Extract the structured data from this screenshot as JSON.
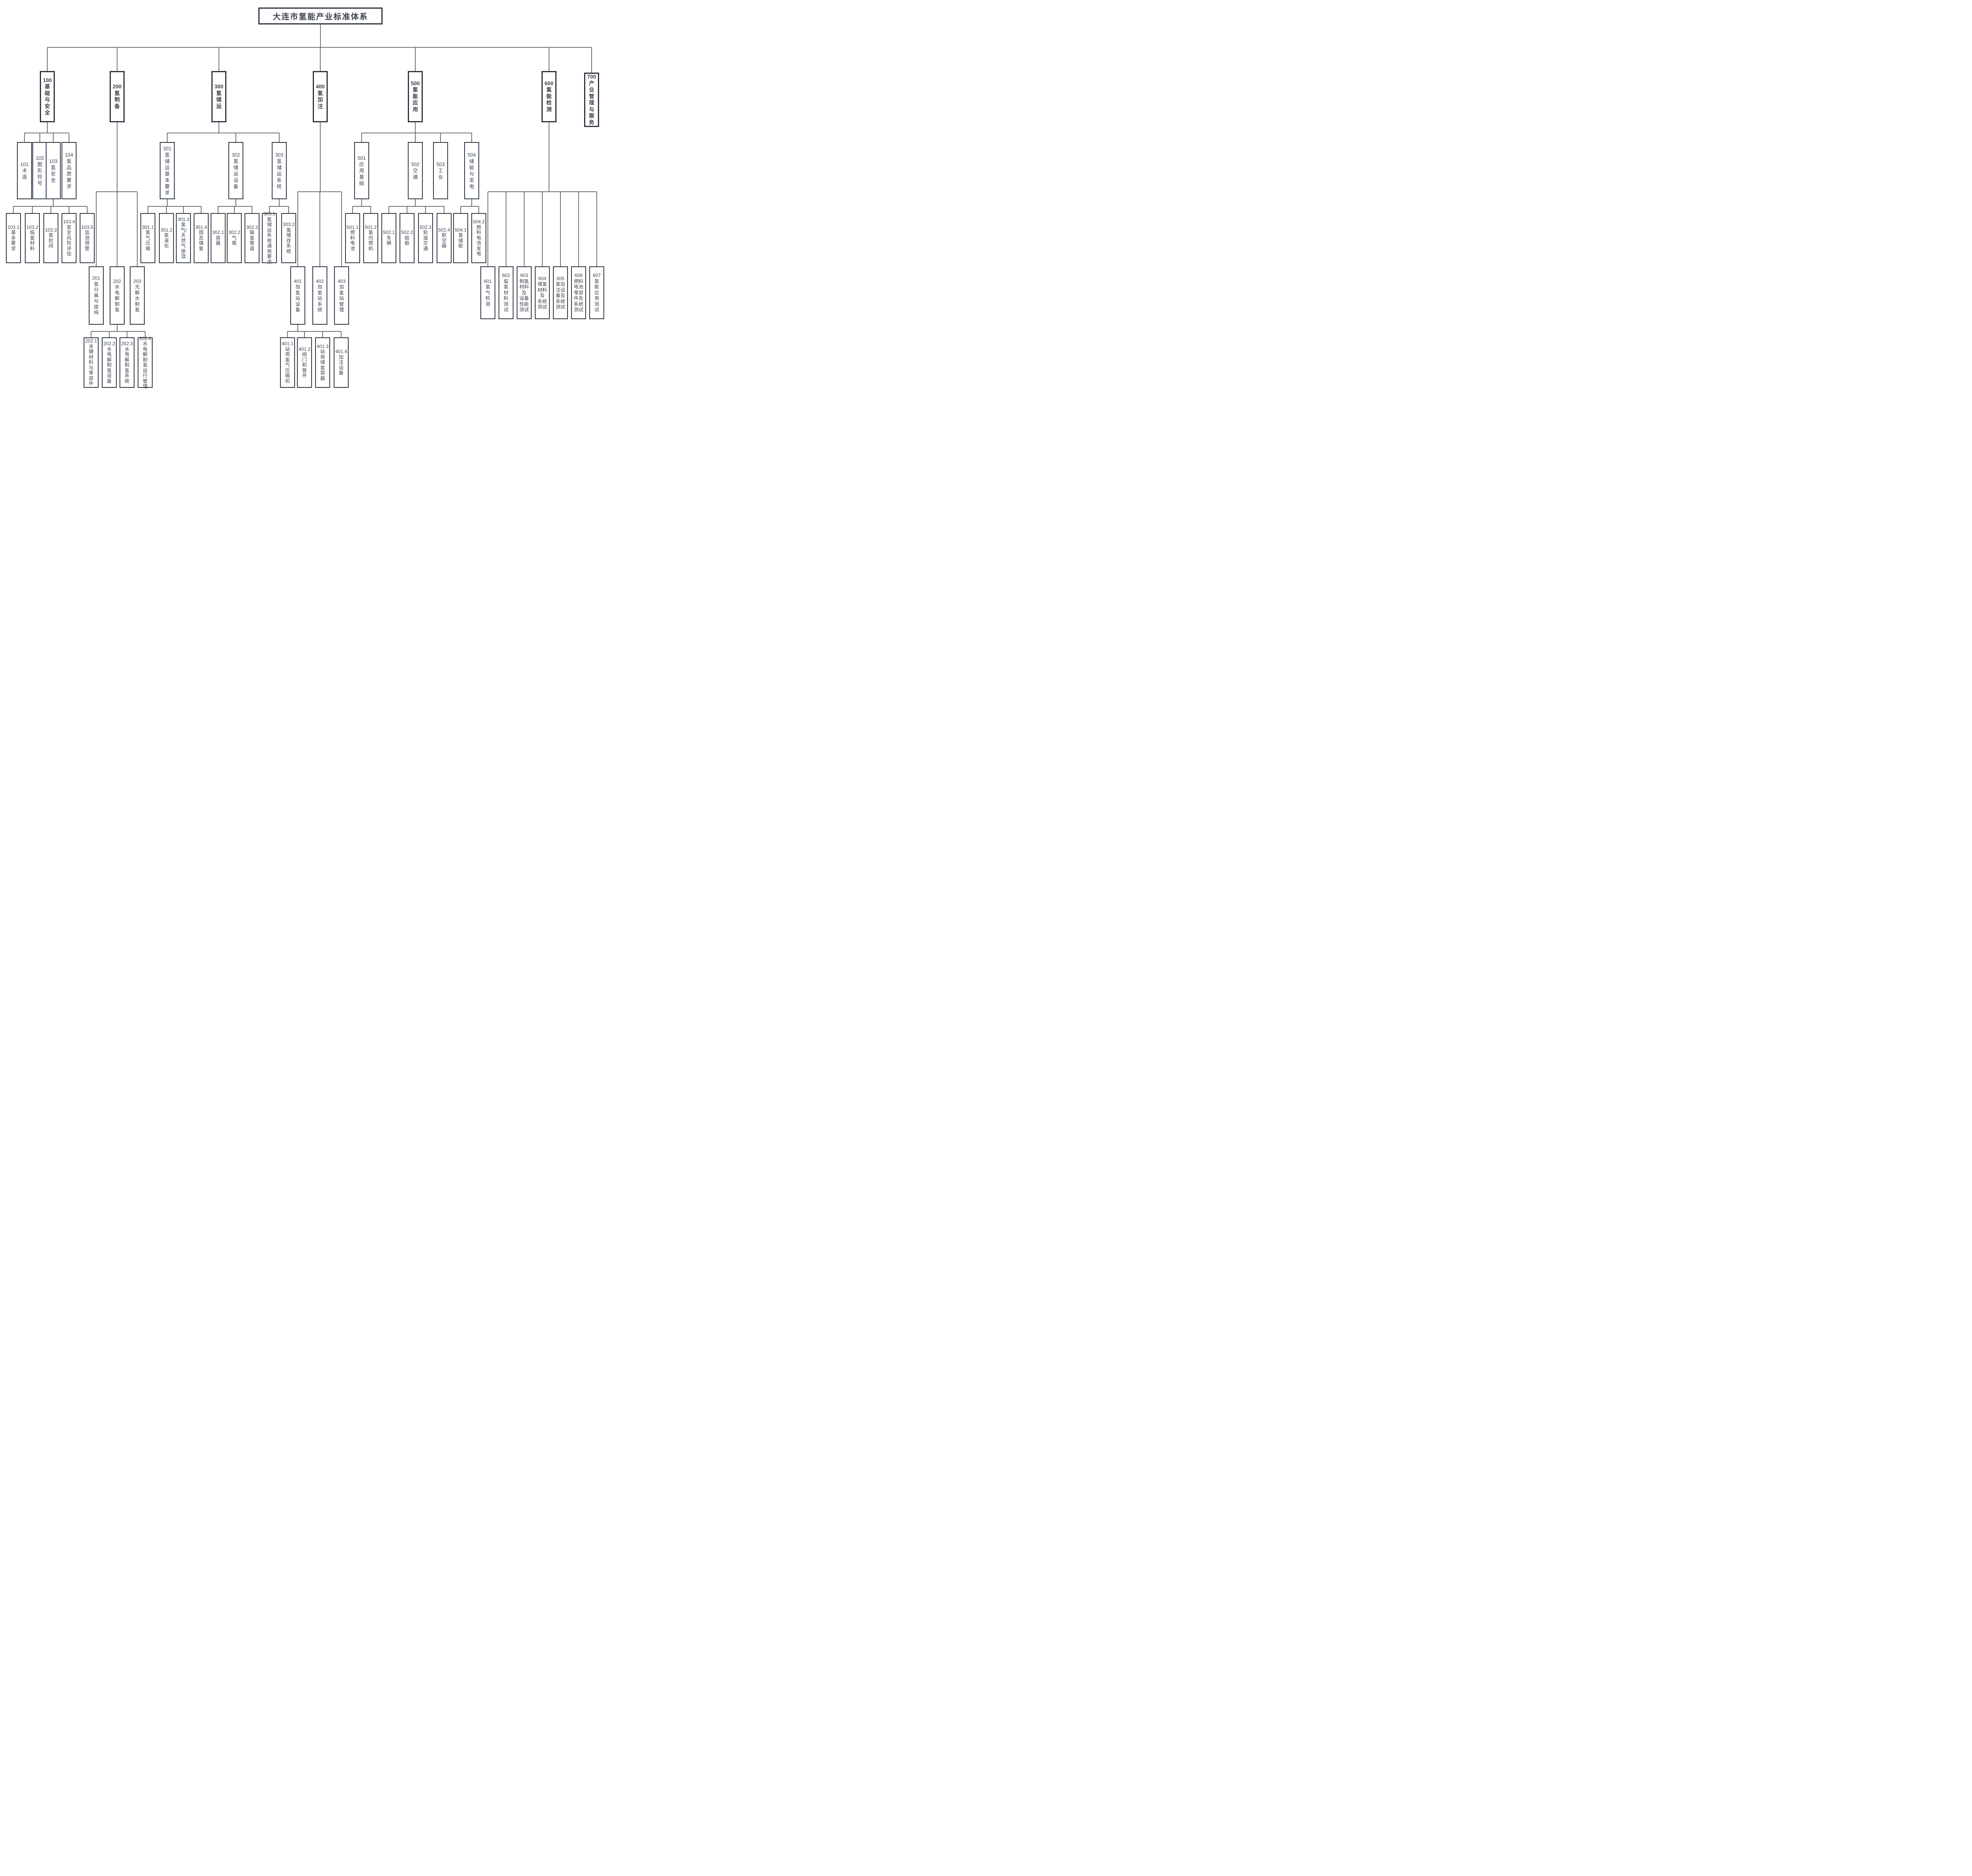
{
  "title": "大连市氢能产业标准体系",
  "colors": {
    "background": "#ffffff",
    "box_border": "#2b3340",
    "text": "#3d4248",
    "line": "#3d4248"
  },
  "tree": {
    "label": "大连市氢能产业标准体系",
    "children": [
      {
        "num": "100",
        "label": "基础与安全",
        "children": [
          {
            "num": "101",
            "label": "术语"
          },
          {
            "num": "102",
            "label": "图形符号"
          },
          {
            "num": "103",
            "label": "氢安全",
            "children": [
              {
                "num": "103.1",
                "label": "基本要求"
              },
              {
                "num": "103.2",
                "label": "临氢材料"
              },
              {
                "num": "103.3",
                "label": "氢封闭"
              },
              {
                "num": "103.4",
                "label": "安全风险评估"
              },
              {
                "num": "103.5",
                "label": "监测预警"
              }
            ]
          },
          {
            "num": "104",
            "label": "氢品质要求"
          }
        ]
      },
      {
        "num": "200",
        "label": "氢制备",
        "children": [
          {
            "num": "201",
            "label": "氢分离与提纯"
          },
          {
            "num": "202",
            "label": "水电解制氢",
            "children": [
              {
                "num": "202.1",
                "label": "关键材料与零部件"
              },
              {
                "num": "202.2",
                "label": "水电解制氢设备"
              },
              {
                "num": "202.3",
                "label": "水电解制氢系统"
              },
              {
                "num": "202.4",
                "label": "水电解制氢运行管理"
              }
            ]
          },
          {
            "num": "203",
            "label": "光解水制氢"
          }
        ]
      },
      {
        "num": "300",
        "label": "氢储运",
        "children": [
          {
            "num": "301",
            "label": "氢储运基本要求",
            "children": [
              {
                "num": "301.1",
                "label": "氢气压缩"
              },
              {
                "num": "301.2",
                "label": "氢液化"
              },
              {
                "num": "301.3",
                "label": "氢气/天然气掺混"
              },
              {
                "num": "301.4",
                "label": "固态储氢"
              }
            ]
          },
          {
            "num": "302",
            "label": "氢储运设备",
            "children": [
              {
                "num": "302.1",
                "label": "容器"
              },
              {
                "num": "302.2",
                "label": "气瓶"
              },
              {
                "num": "302.3",
                "label": "输氢管道"
              }
            ]
          },
          {
            "num": "303",
            "label": "氢储运系统",
            "children": [
              {
                "num": "303.1",
                "label": "氢储运系统通用要求"
              },
              {
                "num": "303.2",
                "label": "氢储存系统"
              }
            ]
          }
        ]
      },
      {
        "num": "400",
        "label": "氢加注",
        "children": [
          {
            "num": "401",
            "label": "加氢站设备",
            "children": [
              {
                "num": "401.1",
                "label": "站用氢气压缩机"
              },
              {
                "num": "401.2",
                "label": "阀门和管件"
              },
              {
                "num": "401.3",
                "label": "站用储氢容器"
              },
              {
                "num": "401.4",
                "label": "加注设备"
              }
            ]
          },
          {
            "num": "402",
            "label": "加氢站系统"
          },
          {
            "num": "403",
            "label": "加氢站管理"
          }
        ]
      },
      {
        "num": "500",
        "label": "氢能应用",
        "children": [
          {
            "num": "501",
            "label": "应用基础",
            "children": [
              {
                "num": "501.1",
                "label": "燃料电池"
              },
              {
                "num": "501.2",
                "label": "氢内燃机"
              }
            ]
          },
          {
            "num": "502",
            "label": "交通",
            "children": [
              {
                "num": "502.1",
                "label": "车辆"
              },
              {
                "num": "502.2",
                "label": "船舶"
              },
              {
                "num": "502.3",
                "label": "轨道交通"
              },
              {
                "num": "502.4",
                "label": "航空器"
              }
            ]
          },
          {
            "num": "503",
            "label": "工业"
          },
          {
            "num": "504",
            "label": "储能与发电",
            "children": [
              {
                "num": "504.1",
                "label": "氢储能"
              },
              {
                "num": "504.2",
                "label": "燃料电池发电"
              }
            ]
          }
        ]
      },
      {
        "num": "600",
        "label": "氢能检测",
        "children": [
          {
            "num": "601",
            "label": "氢气检测"
          },
          {
            "num": "602",
            "label": "临氢材料测试"
          },
          {
            "num": "603",
            "label": "制氢材料及设备性能测试",
            "lines": [
              "制氢",
              "材料",
              "及",
              "设备",
              "性能",
              "测试"
            ]
          },
          {
            "num": "604",
            "label": "储氢材料及系统测试",
            "lines": [
              "储氢",
              "材料",
              "及",
              "系统",
              "测试"
            ]
          },
          {
            "num": "605",
            "label": "氢加注设备及系统测试",
            "lines": [
              "氢加",
              "注设",
              "备及",
              "系统",
              "测试"
            ]
          },
          {
            "num": "606",
            "label": "燃料电池零部件及系统测试",
            "lines": [
              "燃料",
              "电池",
              "零部",
              "件及",
              "系统",
              "测试"
            ]
          },
          {
            "num": "607",
            "label": "氢能应用测试"
          }
        ]
      },
      {
        "num": "700",
        "label": "产业管理与服务"
      }
    ]
  }
}
